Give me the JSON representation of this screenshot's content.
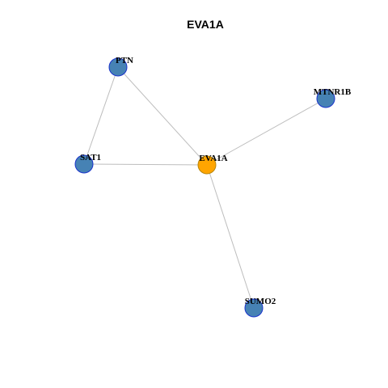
{
  "title": "EVA1A",
  "colors": {
    "center_fill": "#FFA500",
    "center_stroke": "#B8860B",
    "node_fill": "#4682B4",
    "node_stroke": "#1a33cc",
    "edge": "#bdbdbd"
  },
  "nodes": [
    {
      "id": "PTN",
      "label": "PTN",
      "center": false
    },
    {
      "id": "MTNR1B",
      "label": "MTNR1B",
      "center": false
    },
    {
      "id": "SAT1",
      "label": "SAT1",
      "center": false
    },
    {
      "id": "EVA1A",
      "label": "EVA1A",
      "center": true
    },
    {
      "id": "SUMO2",
      "label": "SUMO2",
      "center": false
    }
  ],
  "edges": [
    {
      "source": "PTN",
      "target": "SAT1"
    },
    {
      "source": "PTN",
      "target": "EVA1A"
    },
    {
      "source": "SAT1",
      "target": "EVA1A"
    },
    {
      "source": "EVA1A",
      "target": "MTNR1B"
    },
    {
      "source": "EVA1A",
      "target": "SUMO2"
    }
  ]
}
